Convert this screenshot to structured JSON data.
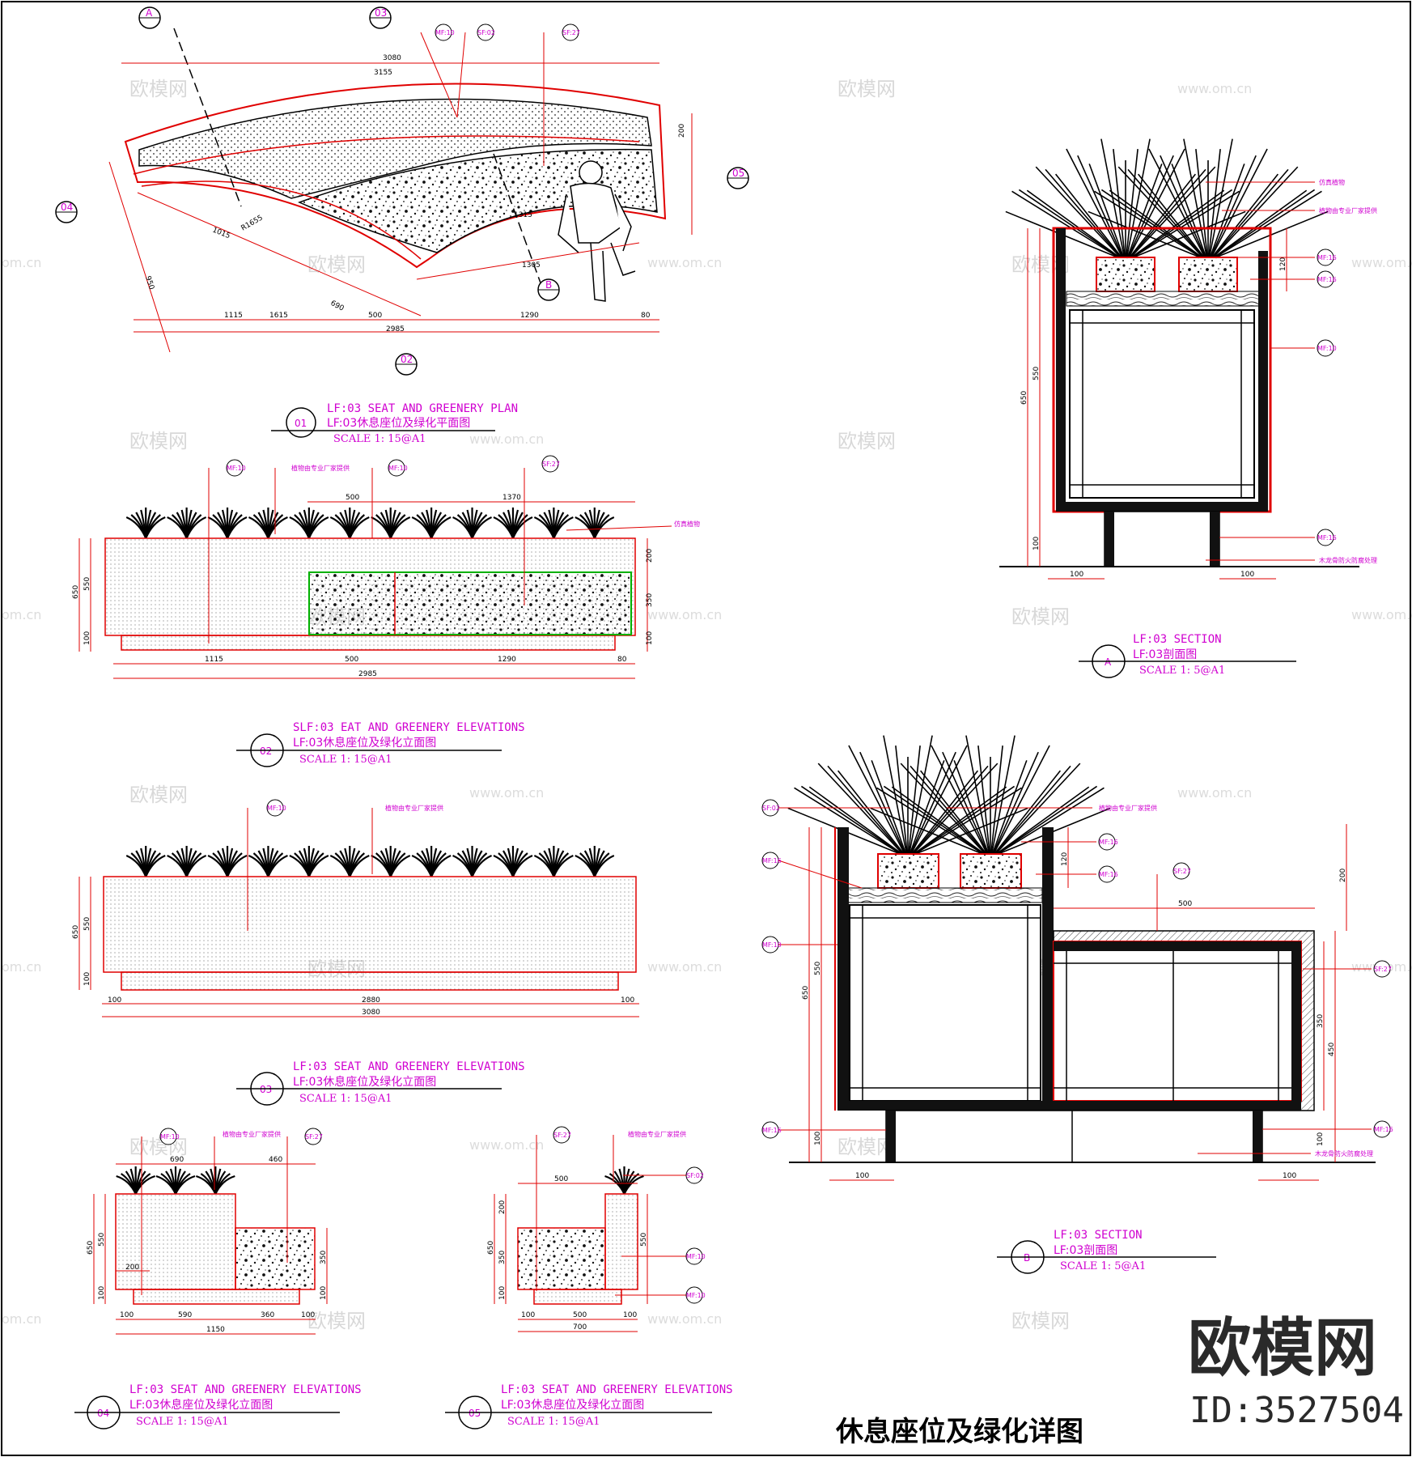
{
  "sheet_title": "休息座位及绿化详图",
  "brand": {
    "name": "欧模网",
    "id": "ID:3527504"
  },
  "watermarks": {
    "logo": "欧模网",
    "url": "www.om.cn",
    "url_short": "om.cn"
  },
  "views": {
    "plan": {
      "number": "01",
      "en": "LF:03 SEAT AND GREENERY PLAN",
      "cn": "LF:03休息座位及绿化平面图",
      "scale": "SCALE 1: 15@A1"
    },
    "elev02": {
      "number": "02",
      "en": "SLF:03 EAT AND GREENERY ELEVATIONS",
      "cn": "LF:03休息座位及绿化立面图",
      "scale": "SCALE 1: 15@A1"
    },
    "elev03": {
      "number": "03",
      "en": "LF:03 SEAT AND GREENERY ELEVATIONS",
      "cn": "LF:03休息座位及绿化立面图",
      "scale": "SCALE 1: 15@A1"
    },
    "elev04": {
      "number": "04",
      "en": "LF:03 SEAT AND GREENERY ELEVATIONS",
      "cn": "LF:03休息座位及绿化立面图",
      "scale": "SCALE 1: 15@A1"
    },
    "elev05": {
      "number": "05",
      "en": "LF:03 SEAT AND GREENERY ELEVATIONS",
      "cn": "LF:03休息座位及绿化立面图",
      "scale": "SCALE 1: 15@A1"
    },
    "sectA": {
      "number": "A",
      "en": "LF:03 SECTION",
      "cn": "LF:03剖面图",
      "scale": "SCALE 1: 5@A1"
    },
    "sectB": {
      "number": "B",
      "en": "LF:03 SECTION",
      "cn": "LF:03剖面图",
      "scale": "SCALE 1: 5@A1"
    }
  },
  "notes": {
    "artificial_plant": "仿真植物",
    "plant_by_supplier": "植物由专业厂家提供",
    "wood_fireproof": "木龙骨防火防腐处理"
  },
  "tags": {
    "mf10": "MF:10",
    "sf02": "SF:02",
    "sf27": "SF:27",
    "mf16": "MF:16"
  },
  "callouts": {
    "A": "A",
    "B": "B",
    "c02": "02",
    "c03": "03",
    "c04": "04",
    "c05": "05"
  },
  "dims": {
    "plan": {
      "d3080": "3080",
      "d3155": "3155",
      "d2985": "2985",
      "d1115": "1115",
      "d1615": "1615",
      "d500": "500",
      "d1290": "1290",
      "d80": "80",
      "d950": "950",
      "d690": "690",
      "d1015": "1015",
      "d1305": "1305",
      "d1315": "1315",
      "d200": "200",
      "r1655": "R1655"
    },
    "e02": {
      "d650": "650",
      "d550": "550",
      "d100": "100",
      "d200": "200",
      "d350": "350",
      "d500": "500",
      "d1370": "1370",
      "d1115": "1115",
      "d1290": "1290",
      "d80": "80",
      "d2985": "2985"
    },
    "e03": {
      "d650": "650",
      "d550": "550",
      "d100": "100",
      "d2880": "2880",
      "d3080": "3080"
    },
    "e04": {
      "d690": "690",
      "d460": "460",
      "d650": "650",
      "d550": "550",
      "d350": "350",
      "d100": "100",
      "d200": "200",
      "d590": "590",
      "d360": "360",
      "d1150": "1150"
    },
    "e05": {
      "d500": "500",
      "d200": "200",
      "d650": "650",
      "d350": "350",
      "d550": "550",
      "d100": "100",
      "d700": "700"
    },
    "sA": {
      "d650": "650",
      "d550": "550",
      "d100": "100",
      "d120": "120"
    },
    "sB": {
      "d650": "650",
      "d550": "550",
      "d100": "100",
      "d120": "120",
      "d200": "200",
      "d500": "500",
      "d450": "450",
      "d350": "350"
    }
  }
}
